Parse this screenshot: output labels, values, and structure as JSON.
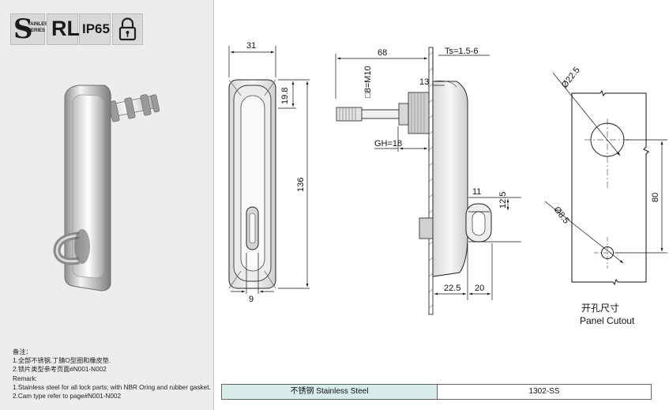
{
  "badges": {
    "stainless_letter": "S",
    "stainless_line1": "TAINLESS",
    "stainless_line2": "SERIES",
    "rl": "RL",
    "ip": "IP65",
    "lock_icon": "padlock-icon"
  },
  "notes": {
    "heading_cn": "备注：",
    "line1_cn": "1.全部不锈钢,丁腈O型圈和橡皮垫.",
    "line2_cn": "2.锁片类型参考页面#N001-N002",
    "heading_en": "Remark:",
    "line1_en": "1.Stainless steel for all lock parts; with NBR Oring and rubber gasket.",
    "line2_en": "2.Cam type refer to page#N001-N002"
  },
  "dimensions": {
    "width_31": "31",
    "height_19_8": "19.8",
    "height_136": "136",
    "width_9": "9",
    "length_68": "68",
    "ts": "Ts=1.5-6",
    "d13": "13",
    "thread": "□8=M10",
    "gh": "GH=18",
    "d11": "11",
    "d12_5": "12.5",
    "d22_5": "22.5",
    "d20": "20",
    "dia_22_5": "Ø22.5",
    "dia_8_5": "Ø8.5",
    "d80": "80"
  },
  "cutout": {
    "label_cn": "开孔尺寸",
    "label_en": "Panel Cutout"
  },
  "table": {
    "material": "不锈钢 Stainless Steel",
    "code": "1302-SS"
  }
}
